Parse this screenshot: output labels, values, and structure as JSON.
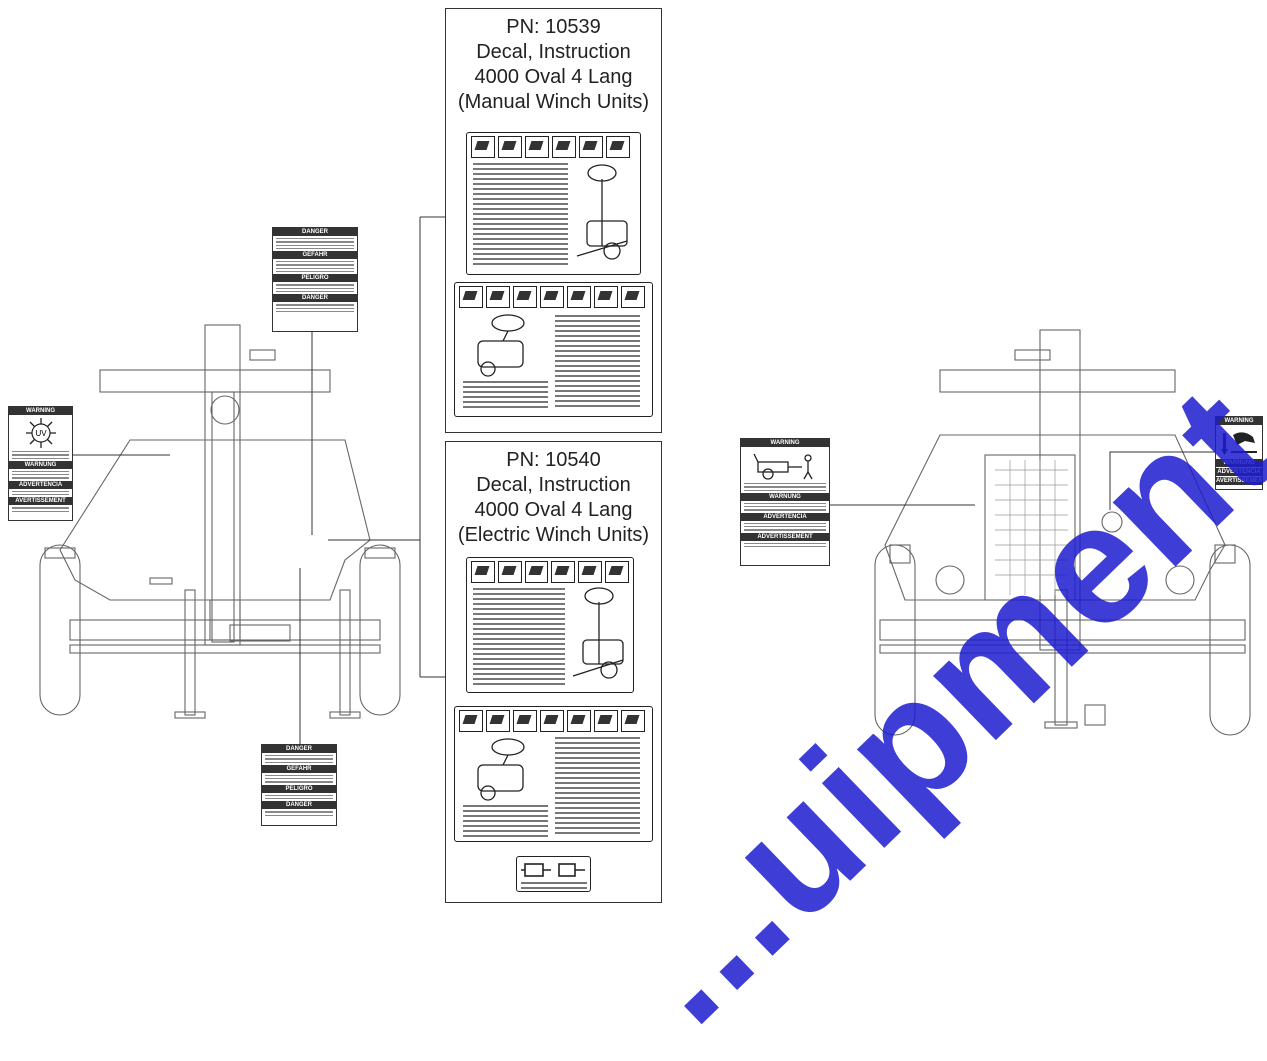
{
  "panels": [
    {
      "pn": "PN: 10539",
      "line1": "Decal, Instruction",
      "line2": "4000 Oval 4 Lang",
      "line3": "(Manual Winch Units)"
    },
    {
      "pn": "PN: 10540",
      "line1": "Decal, Instruction",
      "line2": "4000 Oval 4 Lang",
      "line3": "(Electric Winch Units)"
    }
  ],
  "decals": {
    "left_warning": {
      "header": "WARNING",
      "symbol": "UV",
      "sections": [
        "WARNUNG",
        "ADVERTENCIA",
        "AVERTISSEMENT"
      ]
    },
    "danger_upper": {
      "header": "DANGER",
      "sections": [
        "GEFAHR",
        "PELIGRO",
        "DANGER"
      ]
    },
    "danger_lower": {
      "header": "DANGER",
      "sections": [
        "GEFAHR",
        "PELIGRO",
        "DANGER"
      ]
    },
    "right_warning": {
      "header": "WARNING",
      "sections": [
        "WARNUNG",
        "ADVERTENCIA",
        "ADVERTISSEMENT"
      ]
    },
    "right_small": {
      "header": "WARNING",
      "sections": [
        "WARNUNG",
        "ADVERTENCIA",
        "AVERTISSEMENT"
      ]
    }
  },
  "watermark": "...uipment.co",
  "colors": {
    "line": "#555555",
    "watermark": "#1d1dcf"
  }
}
